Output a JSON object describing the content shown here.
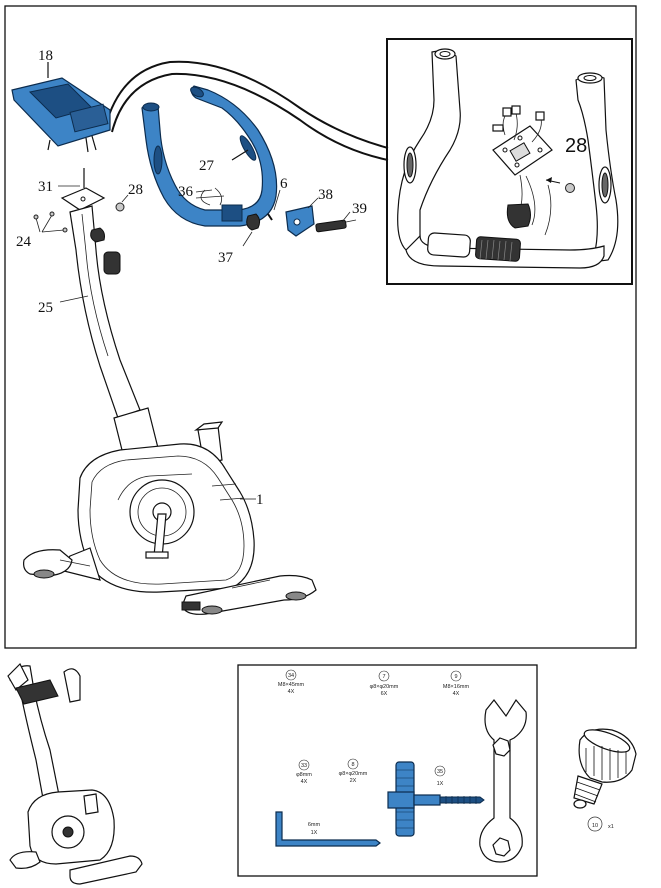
{
  "callouts": {
    "c18": "18",
    "c31": "31",
    "c28": "28",
    "c36": "36",
    "c27": "27",
    "c6": "6",
    "c38": "38",
    "c39": "39",
    "c37": "37",
    "c24": "24",
    "c25": "25",
    "c1": "1",
    "detail28": "28"
  },
  "hardware": {
    "h34": {
      "num": "34",
      "spec": "M8×45mm",
      "qty": "4X"
    },
    "h7": {
      "num": "7",
      "spec": "φ8×φ20mm",
      "qty": "6X"
    },
    "h9": {
      "num": "9",
      "spec": "M8×16mm",
      "qty": "4X"
    },
    "h33": {
      "num": "33",
      "spec": "φ8mm",
      "qty": "4X"
    },
    "h8": {
      "num": "8",
      "spec": "φ8×φ20mm",
      "qty": "2X"
    },
    "h35": {
      "num": "35",
      "qty": "1X"
    },
    "allen": {
      "spec": "6mm",
      "qty": "1X"
    }
  },
  "knob": {
    "num": "10",
    "qty": "x1"
  },
  "colors": {
    "highlight": "#3d84c6",
    "highlight_dark": "#1d4f83",
    "outline": "#111111"
  }
}
